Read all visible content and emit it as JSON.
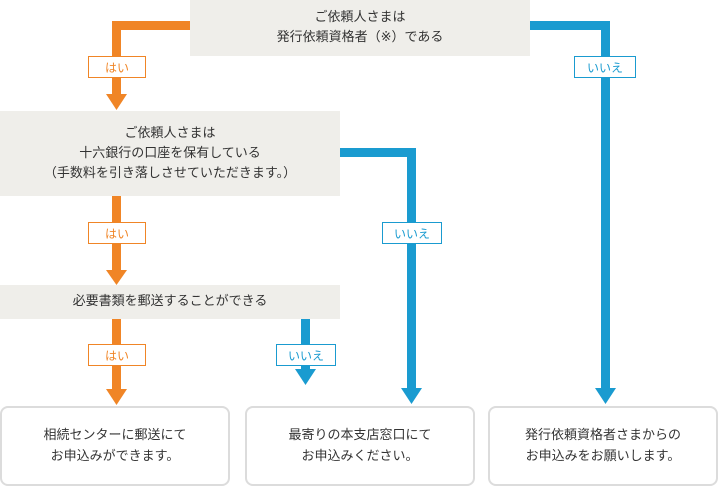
{
  "colors": {
    "yes": "#f08526",
    "no": "#1a9bd0",
    "question_bg": "#efeeea",
    "result_border": "#dcdcdc"
  },
  "questions": {
    "q1": {
      "line1": "ご依頼人さまは",
      "line2": "発行依頼資格者（※）である"
    },
    "q2": {
      "line1": "ご依頼人さまは",
      "line2": "十六銀行の口座を保有している",
      "line3": "（手数料を引き落しさせていただきます。）"
    },
    "q3": {
      "line1": "必要書類を郵送することができる"
    }
  },
  "labels": {
    "yes": "はい",
    "no": "いいえ"
  },
  "results": {
    "r1": {
      "line1": "相続センターに郵送にて",
      "line2": "お申込みができます。"
    },
    "r2": {
      "line1": "最寄りの本支店窓口にて",
      "line2": "お申込みください。"
    },
    "r3": {
      "line1": "発行依頼資格者さまからの",
      "line2": "お申込みをお願いします。"
    }
  }
}
